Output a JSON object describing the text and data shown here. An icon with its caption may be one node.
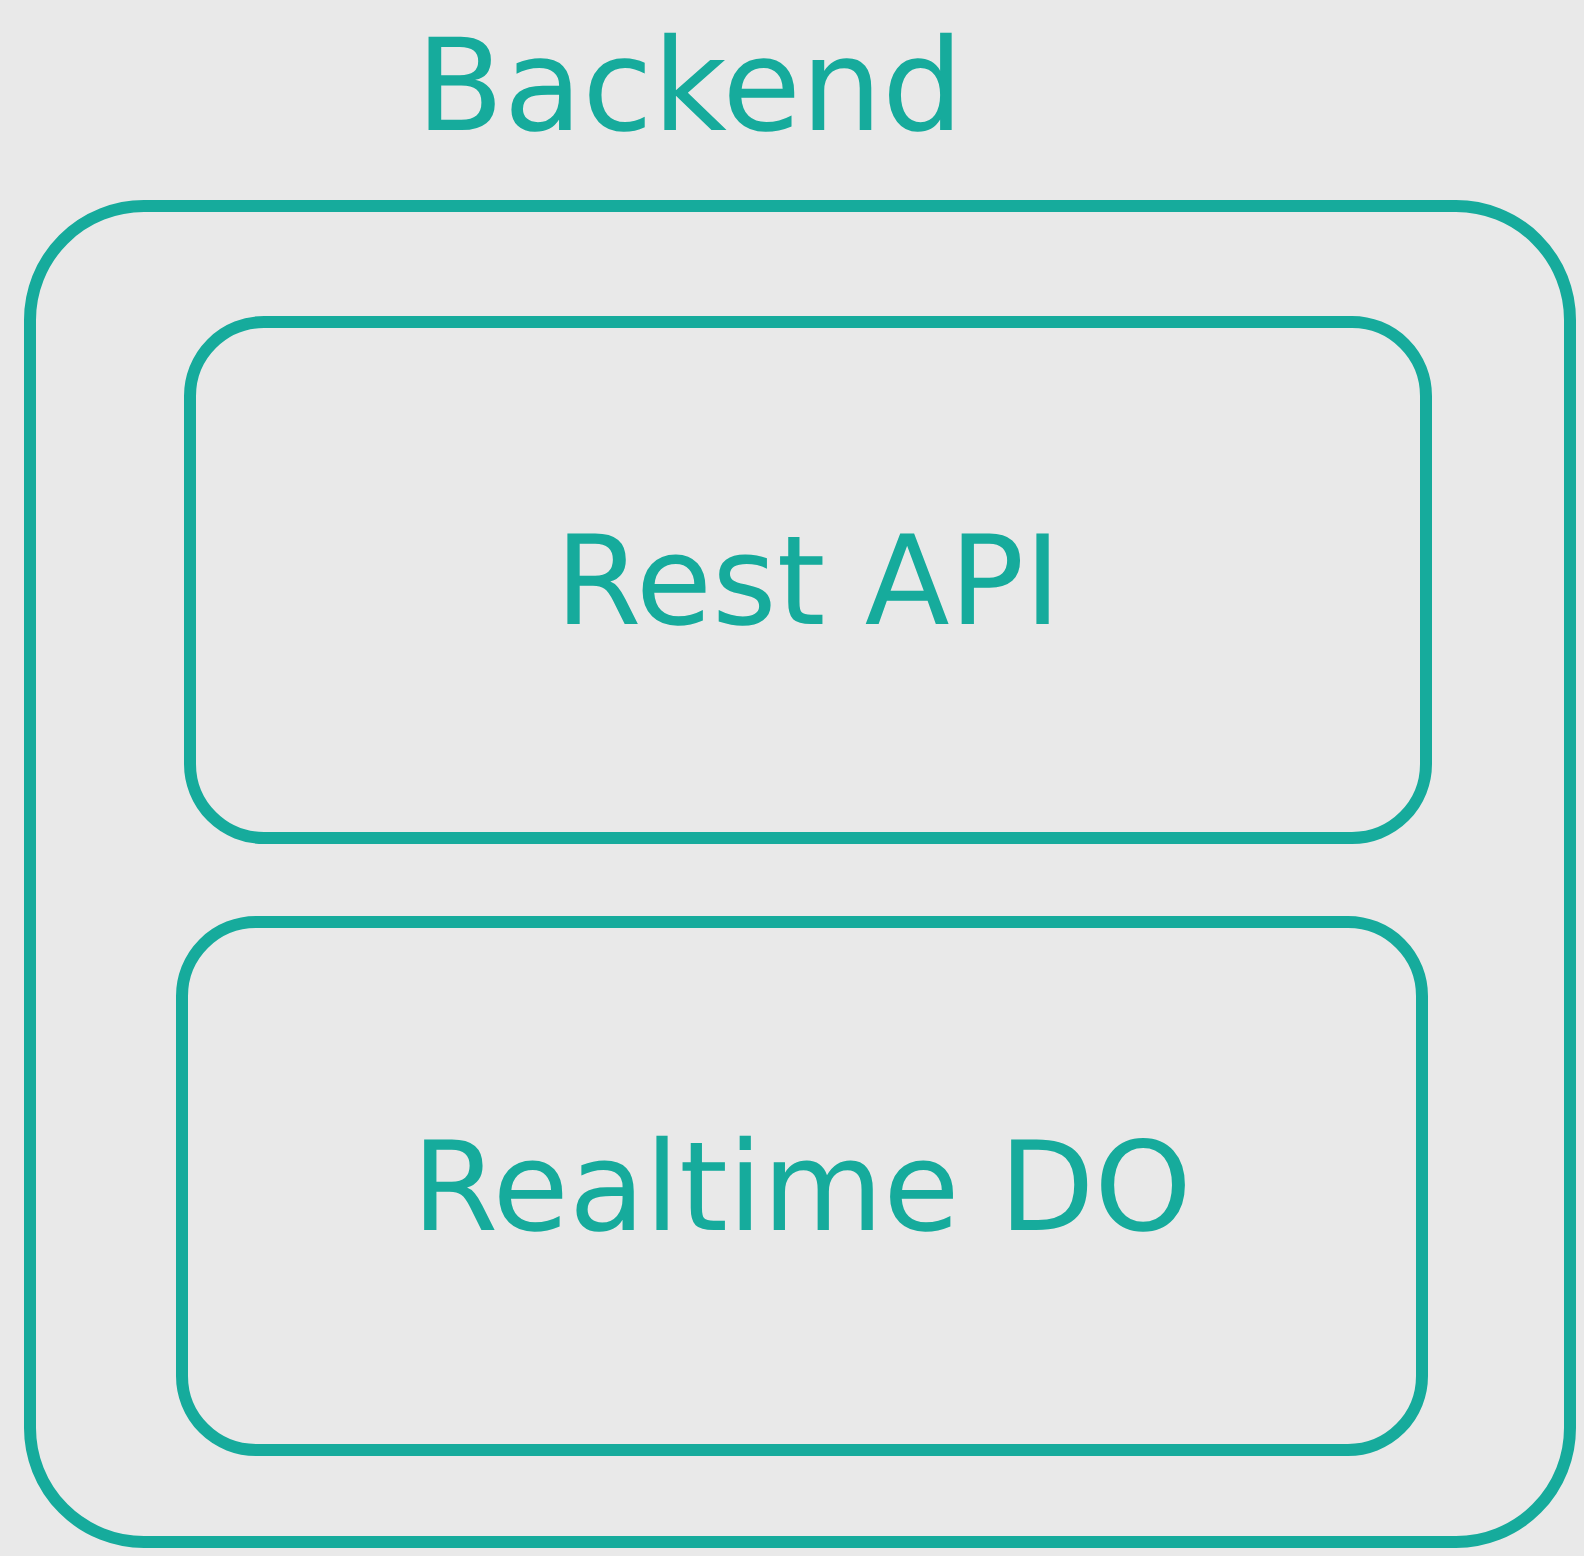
{
  "diagram": {
    "nodes": [
      {
        "text": [
          "Backend"
        ]
      },
      {
        "text": [
          "Rest API"
        ],
        "in": 0
      },
      {
        "text": [
          "Realtime DO"
        ],
        "in": 0
      }
    ]
  }
}
